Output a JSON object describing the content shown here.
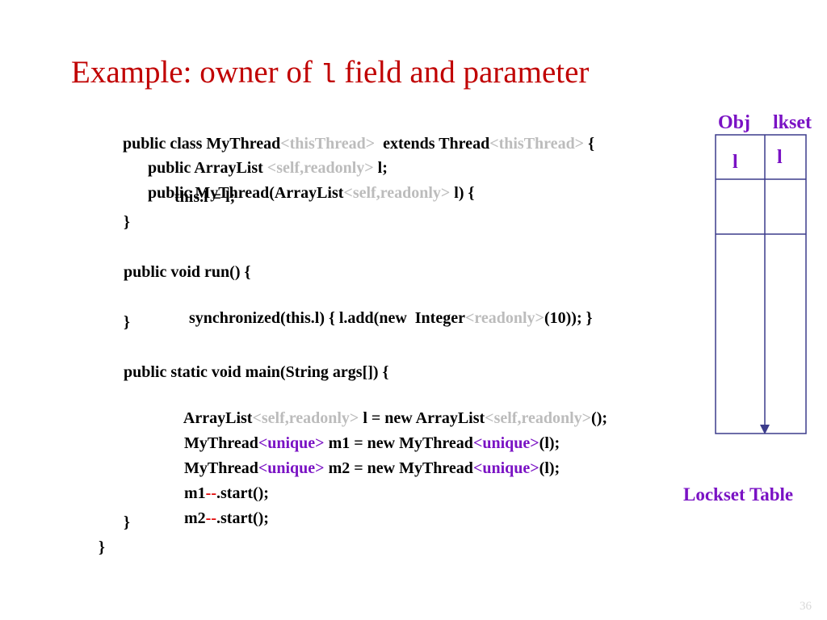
{
  "title": {
    "prefix": "Example: owner of ",
    "code": "l",
    "suffix": " field and parameter"
  },
  "code": {
    "line1": {
      "a": "public class MyThread",
      "ann1": "<thisThread>",
      "b": "  extends Thread",
      "ann2": "<thisThread>",
      "c": " {"
    },
    "line2": {
      "a": "public ArrayList ",
      "ann": "<self,readonly>",
      "b": " l;"
    },
    "line3": {
      "a": "public MyThread(ArrayList",
      "ann": "<self,readonly>",
      "b": " l) {"
    },
    "line4": "this.l = l;",
    "line5": "}",
    "line6": "public void run() {",
    "line7": {
      "a": "synchronized(this.l) { l.add(new  Integer",
      "ann": "<readonly>",
      "b": "(10)); }"
    },
    "line8": "}",
    "line9": "public static void main(String args[]) {",
    "line10": {
      "a": "ArrayList",
      "ann1": "<self,readonly>",
      "b": " l = new ArrayList",
      "ann2": "<self,readonly>",
      "c": "();"
    },
    "line11": {
      "a": "MyThread",
      "ann1": "<unique>",
      "b": " m1 = new MyThread",
      "ann2": "<unique>",
      "c": "(l);"
    },
    "line12": {
      "a": "MyThread",
      "ann1": "<unique>",
      "b": " m2 = new MyThread",
      "ann2": "<unique>",
      "c": "(l);"
    },
    "line13": {
      "a": "m1",
      "ann": "--",
      "b": ".start();"
    },
    "line14": {
      "a": "m2",
      "ann": "--",
      "b": ".start();"
    },
    "line15": "}",
    "line16": "}"
  },
  "lockset_table": {
    "header_obj": "Obj",
    "header_lkset": "lkset",
    "row1_obj": "l",
    "row1_lkset": "l",
    "caption": "Lockset Table"
  },
  "page_number": "36",
  "colors": {
    "title": "#c00000",
    "annotation_gray": "#bcbcbc",
    "annotation_purple": "#7a12c4",
    "annotation_red": "#e00000",
    "table_text": "#7a12c4",
    "table_line": "#3c3c8c",
    "page_number": "#d8d8d8"
  }
}
